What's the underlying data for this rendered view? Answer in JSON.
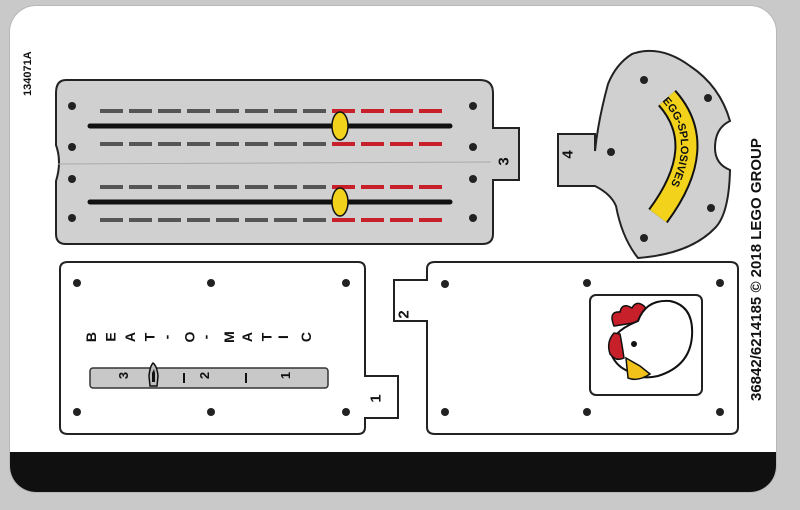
{
  "sheet": {
    "catalog_code": "134071A",
    "copyright_line": "36842/6214185 © 2018 LEGO GROUP"
  },
  "stickers": {
    "slider_panel": {
      "number": "3"
    },
    "badge_panel": {
      "number": "4",
      "logo_text": "EGG-SPLOSIVES"
    },
    "beat_panel": {
      "number": "1",
      "title_letters": [
        "B",
        "E",
        "A",
        "T",
        "-",
        "O",
        "-",
        "M",
        "A",
        "T",
        "I",
        "C"
      ],
      "dial_numbers": [
        "3",
        "2",
        "1"
      ]
    },
    "chicken_panel": {
      "number": "2"
    }
  },
  "colors": {
    "sticker_grey": "#d0d0d0",
    "slider_red": "#c8202a",
    "knob_yellow": "#f2d21a",
    "strip_black": "#101010"
  }
}
